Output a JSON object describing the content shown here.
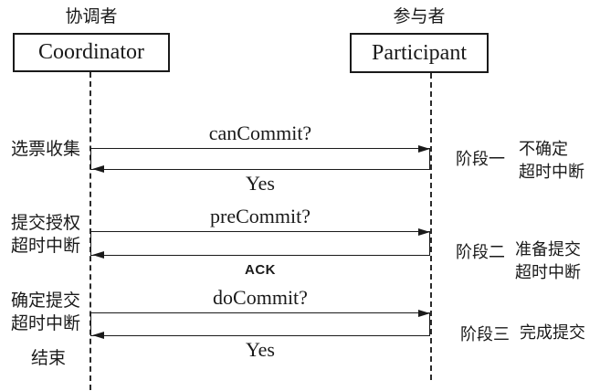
{
  "diagram": {
    "actors": {
      "coordinator": {
        "caption": "协调者",
        "name": "Coordinator"
      },
      "participant": {
        "caption": "参与者",
        "name": "Participant"
      }
    },
    "messages": [
      {
        "request": "canCommit?",
        "response": "Yes"
      },
      {
        "request": "preCommit?",
        "response": "ACK"
      },
      {
        "request": "doCommit?",
        "response": "Yes"
      }
    ],
    "coordinator_states": [
      {
        "lines": [
          "选票收集"
        ]
      },
      {
        "lines": [
          "提交授权",
          "超时中断"
        ]
      },
      {
        "lines": [
          "确定提交",
          "超时中断"
        ]
      },
      {
        "lines": [
          "结束"
        ]
      }
    ],
    "phases": [
      {
        "label": "阶段一",
        "status": [
          "不确定",
          "超时中断"
        ]
      },
      {
        "label": "阶段二",
        "status": [
          "准备提交",
          "超时中断"
        ]
      },
      {
        "label": "阶段三",
        "status": [
          "完成提交"
        ]
      }
    ],
    "colors": {
      "ink": "#1a1a1a",
      "background": "#ffffff"
    }
  }
}
